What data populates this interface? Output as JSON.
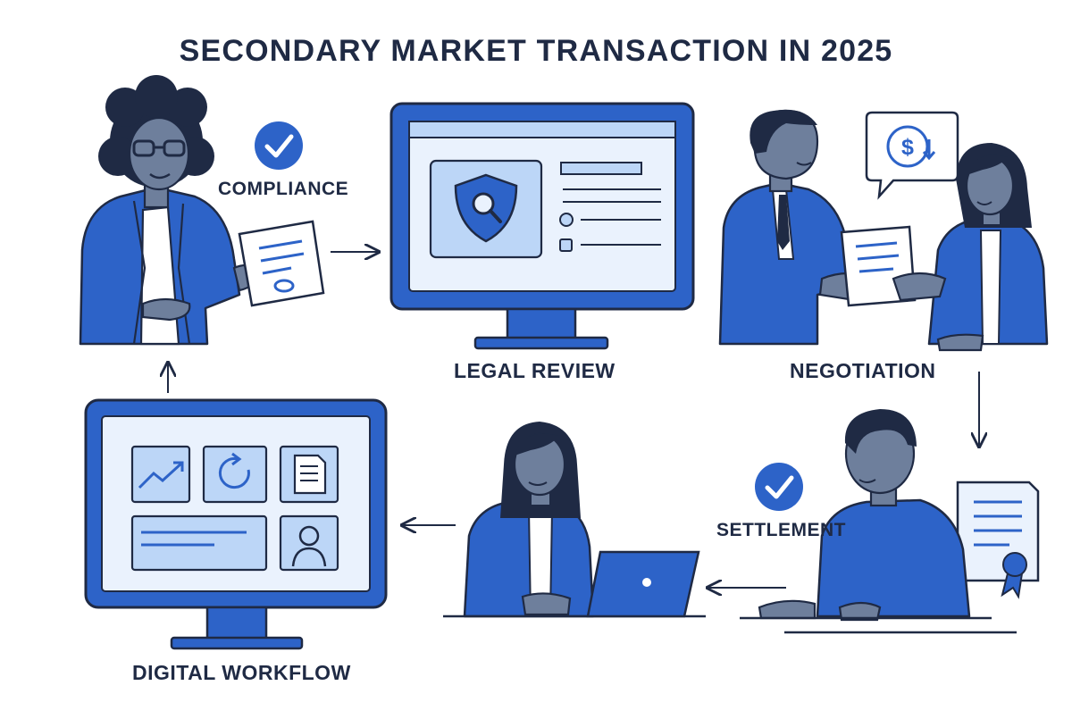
{
  "title": "SECONDARY MARKET TRANSACTION IN 2025",
  "steps": {
    "compliance": "COMPLIANCE",
    "legal_review": "LEGAL REVIEW",
    "negotiation": "NEGOTIATION",
    "settlement": "SETTLEMENT",
    "digital_workflow": "DIGITAL WORKFLOW"
  },
  "colors": {
    "primary_blue": "#2d63c8",
    "dark_navy": "#1f2a44",
    "light_blue": "#bcd6f7",
    "pale_blue": "#eaf2fd",
    "skin": "#6e7f9c"
  },
  "icons": [
    "check-icon",
    "arrow-right-icon",
    "arrow-left-icon",
    "arrow-up-icon",
    "arrow-down-icon",
    "shield-search-icon",
    "dollar-cycle-icon",
    "chart-up-icon",
    "refresh-icon",
    "document-icon",
    "user-icon",
    "certificate-icon",
    "laptop-icon"
  ]
}
